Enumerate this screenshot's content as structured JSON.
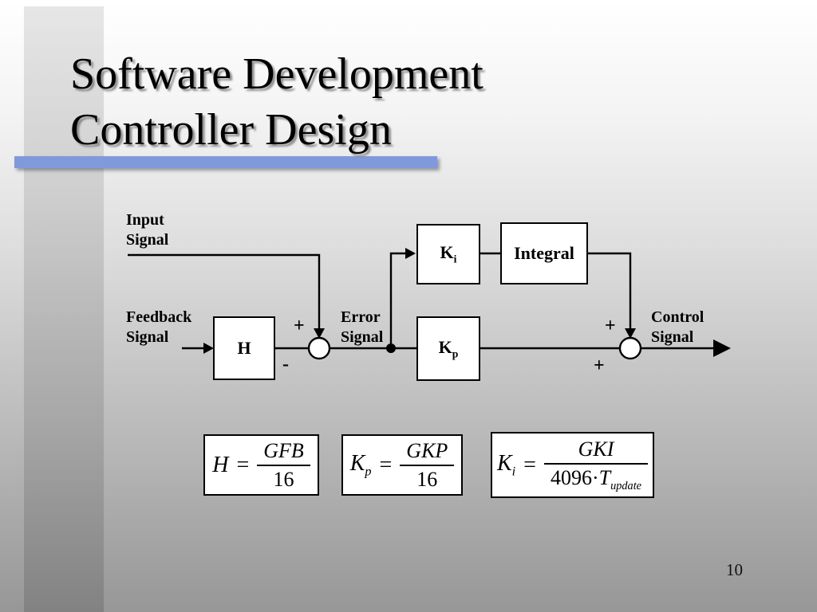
{
  "slide": {
    "title": "Software Development\nController Design",
    "page_number": "10"
  },
  "colors": {
    "accent_bar": "#8099dd"
  },
  "diagram": {
    "labels": {
      "input": "Input\nSignal",
      "feedback": "Feedback\nSignal",
      "error": "Error\nSignal",
      "control": "Control\nSignal"
    },
    "blocks": {
      "h": "H",
      "ki_base": "K",
      "ki_sub": "i",
      "integral": "Integral",
      "kp_base": "K",
      "kp_sub": "p"
    },
    "sum1": {
      "top": "+",
      "bottom": "-"
    },
    "sum2": {
      "top": "+",
      "bottom": "+"
    }
  },
  "formulas": {
    "h": {
      "lhs": "H",
      "equals": "=",
      "numerator": "GFB",
      "denominator": "16"
    },
    "kp": {
      "lhs_base": "K",
      "lhs_sub": "p",
      "equals": "=",
      "numerator": "GKP",
      "denominator": "16"
    },
    "ki": {
      "lhs_base": "K",
      "lhs_sub": "i",
      "equals": "=",
      "numerator": "GKI",
      "den_coeff": "4096·",
      "den_var": "T",
      "den_sub": "update"
    }
  }
}
